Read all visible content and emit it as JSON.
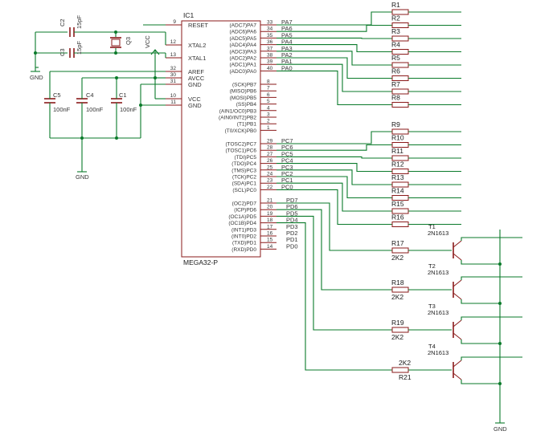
{
  "ic": {
    "ref": "IC1",
    "part": "MEGA32-P",
    "left_pins": [
      {
        "num": "9",
        "name": "RESET"
      },
      {
        "num": "12",
        "name": "XTAL2"
      },
      {
        "num": "13",
        "name": "XTAL1"
      },
      {
        "num": "32",
        "name": "AREF"
      },
      {
        "num": "30",
        "name": "AVCC"
      },
      {
        "num": "31",
        "name": "GND"
      },
      {
        "num": "10",
        "name": "VCC"
      },
      {
        "num": "11",
        "name": "GND"
      }
    ],
    "port_a": [
      {
        "num": "33",
        "fn": "(ADC7)PA7",
        "net": "PA7"
      },
      {
        "num": "34",
        "fn": "(ADC6)PA6",
        "net": "PA6"
      },
      {
        "num": "35",
        "fn": "(ADC5)PA5",
        "net": "PA5"
      },
      {
        "num": "36",
        "fn": "(ADC4)PA4",
        "net": "PA4"
      },
      {
        "num": "37",
        "fn": "(ADC3)PA3",
        "net": "PA3"
      },
      {
        "num": "38",
        "fn": "(ADC2)PA2",
        "net": "PA2"
      },
      {
        "num": "39",
        "fn": "(ADC1)PA1",
        "net": "PA1"
      },
      {
        "num": "40",
        "fn": "(ADC0)PA0",
        "net": "PA0"
      }
    ],
    "port_b": [
      {
        "num": "8",
        "fn": "(SCK)PB7"
      },
      {
        "num": "7",
        "fn": "(MISO)PB6"
      },
      {
        "num": "6",
        "fn": "(MOSI)PB5"
      },
      {
        "num": "5",
        "fn": "(SS)PB4"
      },
      {
        "num": "4",
        "fn": "(AIN1/OC0)PB3"
      },
      {
        "num": "3",
        "fn": "(AIN0/INT2)PB2"
      },
      {
        "num": "2",
        "fn": "(T1)PB1"
      },
      {
        "num": "1",
        "fn": "(T0/XCK)PB0"
      }
    ],
    "port_c": [
      {
        "num": "29",
        "fn": "(TOSC2)PC7",
        "net": "PC7"
      },
      {
        "num": "28",
        "fn": "(TOSC1)PC6",
        "net": "PC6"
      },
      {
        "num": "27",
        "fn": "(TDI)PC5",
        "net": "PC5"
      },
      {
        "num": "26",
        "fn": "(TDO)PC4",
        "net": "PC4"
      },
      {
        "num": "25",
        "fn": "(TMS)PC3",
        "net": "PC3"
      },
      {
        "num": "24",
        "fn": "(TCK)PC2",
        "net": "PC2"
      },
      {
        "num": "23",
        "fn": "(SDA)PC1",
        "net": "PC1"
      },
      {
        "num": "22",
        "fn": "(SCL)PC0",
        "net": "PC0"
      }
    ],
    "port_d": [
      {
        "num": "21",
        "fn": "(OC2)PD7",
        "net": "PD7"
      },
      {
        "num": "20",
        "fn": "(ICP)PD6",
        "net": "PD6"
      },
      {
        "num": "19",
        "fn": "(OC1A)PD5",
        "net": "PD5"
      },
      {
        "num": "18",
        "fn": "(OC1B)PD4",
        "net": "PD4"
      },
      {
        "num": "17",
        "fn": "(INT1)PD3",
        "net": "PD3"
      },
      {
        "num": "16",
        "fn": "(INT0)PD2",
        "net": "PD2"
      },
      {
        "num": "15",
        "fn": "(TXD)PD1",
        "net": "PD1"
      },
      {
        "num": "14",
        "fn": "(RXD)PD0",
        "net": "PD0"
      }
    ]
  },
  "resistors_a": [
    "R1",
    "R2",
    "R3",
    "R4",
    "R5",
    "R6",
    "R7",
    "R8"
  ],
  "resistors_c": [
    "R9",
    "R10",
    "R11",
    "R12",
    "R13",
    "R14",
    "R15",
    "R16"
  ],
  "transistors": [
    {
      "ref": "T1",
      "part": "2N1613",
      "res": "R17",
      "res_value": "2K2"
    },
    {
      "ref": "T2",
      "part": "2N1613",
      "res": "R18",
      "res_value": "2K2"
    },
    {
      "ref": "T3",
      "part": "2N1613",
      "res": "R19",
      "res_value": "2K2"
    },
    {
      "ref": "T4",
      "part": "2N1613",
      "res": "R21",
      "res_value": "2K2"
    }
  ],
  "caps_crystal": {
    "c2": "C2",
    "c2_value": "15pF",
    "c3": "C3",
    "c3_value": "15pF",
    "q": "Q3"
  },
  "decoupling": [
    {
      "ref": "C5",
      "value": "100nF"
    },
    {
      "ref": "C4",
      "value": "100nF"
    },
    {
      "ref": "C1",
      "value": "100nF"
    }
  ],
  "supply": {
    "vcc": "VCC",
    "gnd": "GND"
  }
}
